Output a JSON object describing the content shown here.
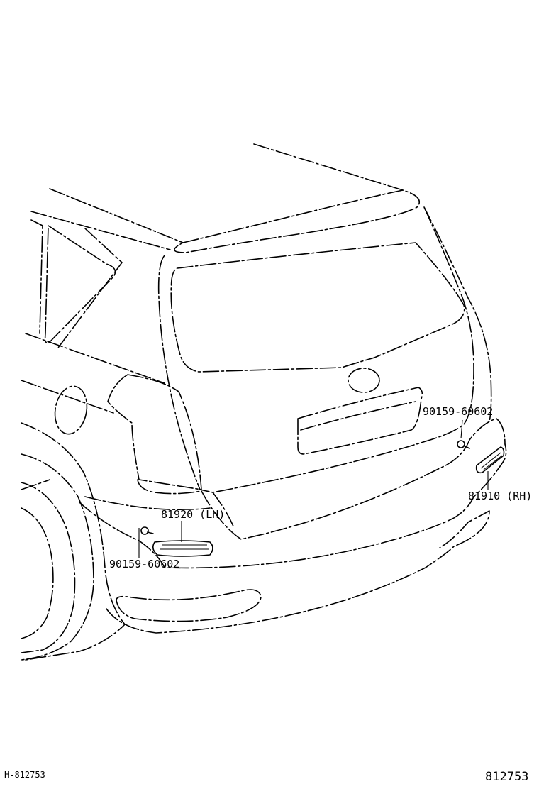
{
  "callouts": {
    "bolt_right": "90159-60602",
    "reflector_right": "81910 (RH)",
    "reflector_left": "81920 (LH)",
    "bolt_left": "90159-60602"
  },
  "footer": {
    "left_code": "H-812753",
    "right_code": "812753"
  }
}
